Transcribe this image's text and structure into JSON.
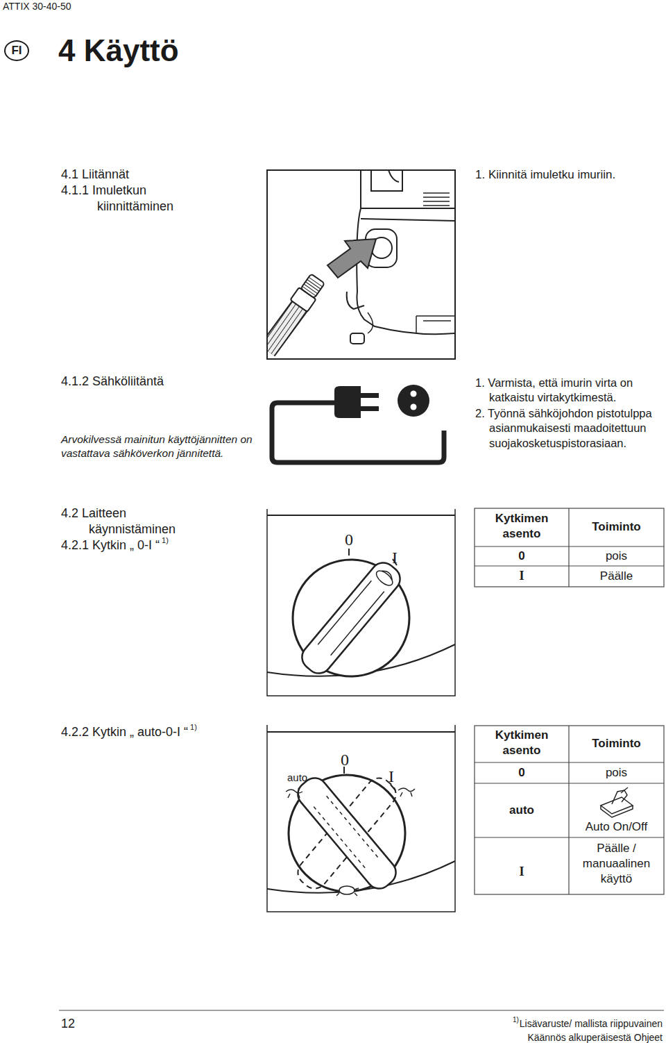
{
  "diagram": {
    "title": "4 Käyttö",
    "nodes": [
      {
        "text": [
          "FI"
        ]
      }
    ],
    "labels": [
      "ATTIX 30-40-50",
      "4.1 Liitännät",
      "4.1.1 Imuletkun kiinnittäminen",
      "1. Kiinnitä imuletku imuriin.",
      "4.1.2 Sähköliitäntä",
      "Arvokilvessä mainitun käyttöjännitten on vastattava sähköverkon jännitettä.",
      "1. Varmista, että imurin virta on katkaistu virtakytkimestä.",
      "2. Työnnä sähköjohdon pistotulppa asianmukaisesti maadoitettuun suojakosketuspistorasiaan.",
      "4.2 Laitteen käynnistäminen",
      "4.2.1 Kytkin „ 0-I “",
      "1)",
      "0",
      "I",
      "Kytkimen asento",
      "Toiminto",
      "0",
      "pois",
      "I",
      "Päälle",
      "4.2.2 Kytkin „ auto-0-I “",
      "1)",
      "auto",
      "0",
      "I",
      "Kytkimen asento",
      "Toiminto",
      "0",
      "pois",
      "auto",
      "Auto On/Off",
      "I",
      "Päälle / manuaalinen käyttö",
      "12",
      "1)",
      "Lisävaruste/ mallista riippuvainen",
      "Käännös alkuperäisestä Ohjeet"
    ]
  }
}
